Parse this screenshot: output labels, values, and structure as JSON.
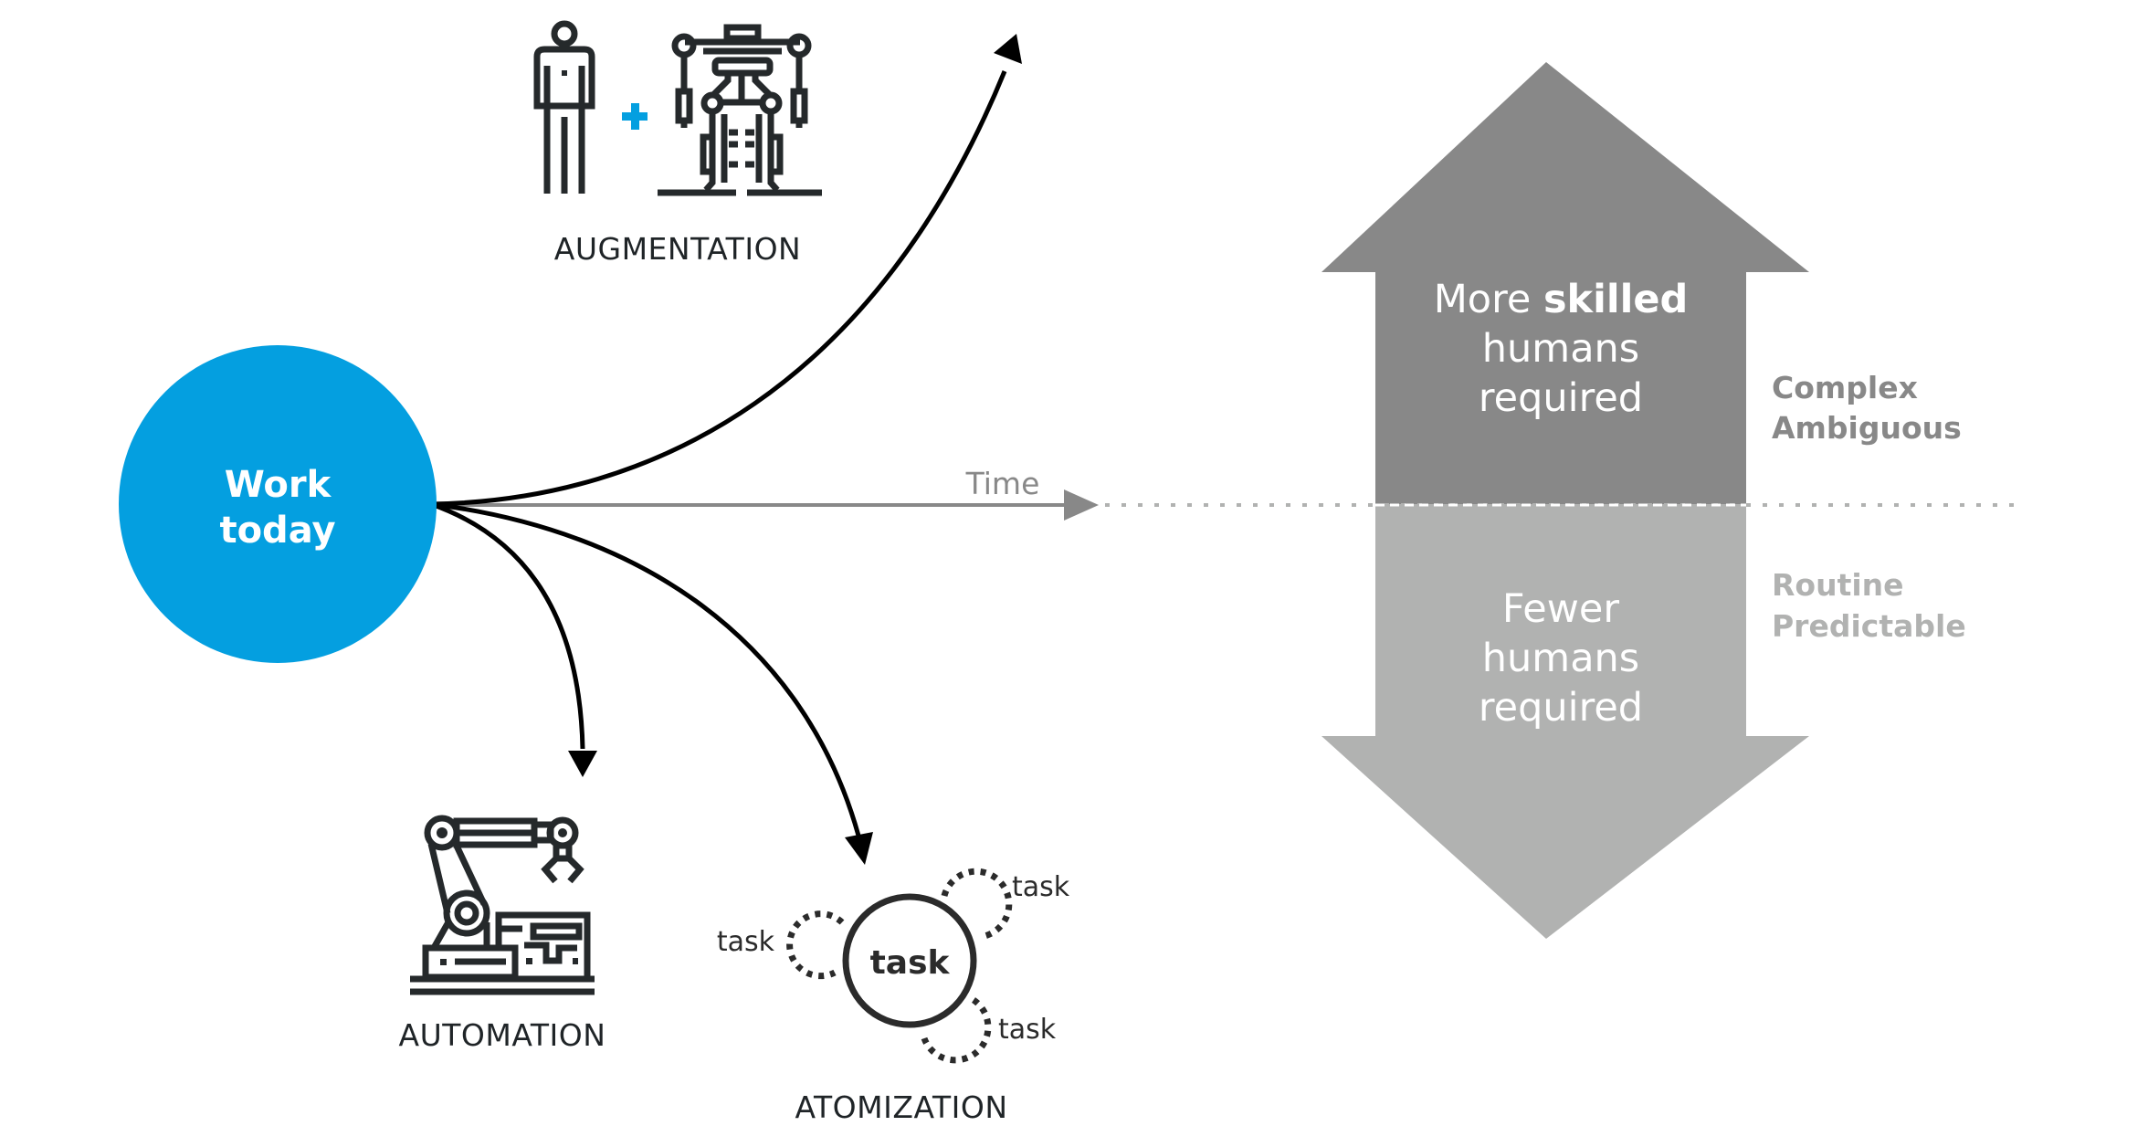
{
  "center": {
    "line1": "Work",
    "line2": "today"
  },
  "timeline": {
    "label": "Time"
  },
  "paths": {
    "augmentation": "AUGMENTATION",
    "automation": "AUTOMATION",
    "atomization": "ATOMIZATION"
  },
  "atomization_tasks": {
    "center": "task",
    "left": "task",
    "top_right": "task",
    "bottom_right": "task"
  },
  "up_arrow": {
    "line1_prefix": "More ",
    "line1_bold": "skilled",
    "line2": "humans",
    "line3": "required"
  },
  "down_arrow": {
    "line1": "Fewer",
    "line2": "humans",
    "line3": "required"
  },
  "side_labels": {
    "upper_1": "Complex",
    "upper_2": "Ambiguous",
    "lower_1": "Routine",
    "lower_2": "Predictable"
  },
  "colors": {
    "accent_blue": "#049fe0",
    "up_arrow": "#888888",
    "down_arrow": "#b1b2b1",
    "upper_label": "#888888",
    "lower_label": "#b1b2b1",
    "curve": "#000000",
    "timeline": "#888888",
    "icon": "#25292b"
  }
}
